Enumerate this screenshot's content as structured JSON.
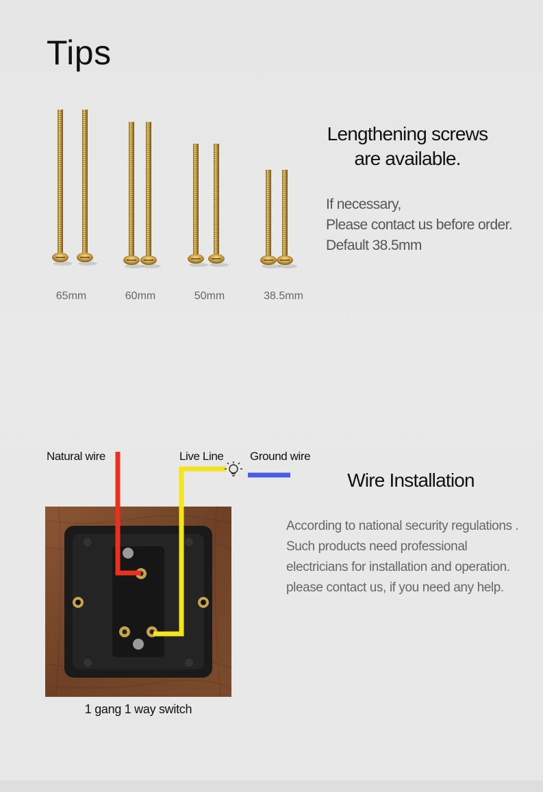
{
  "tips": {
    "title": "Tips"
  },
  "screws": {
    "items": [
      {
        "label": "65mm"
      },
      {
        "label": "60mm"
      },
      {
        "label": "50mm"
      },
      {
        "label": "38.5mm"
      }
    ],
    "headline": [
      "Lengthening screws",
      "are available."
    ],
    "note": [
      "If necessary,",
      "Please contact us before order.",
      "Default 38.5mm"
    ]
  },
  "wiring": {
    "labels": {
      "natural": "Natural wire",
      "live": "Live Line",
      "ground": "Ground wire"
    },
    "title": "Wire Installation",
    "paragraph": [
      "According to national security regulations .",
      "Such products need professional",
      "electricians for installation and operation.",
      "please contact us, if you need any help."
    ],
    "caption": "1 gang 1 way switch",
    "colors": {
      "natural": "#e8321f",
      "live": "#f3e41c",
      "ground": "#4a5ce0",
      "wood": "#7a4a2c",
      "brass": "#c9a24a"
    },
    "icon": "light-bulb-icon"
  }
}
